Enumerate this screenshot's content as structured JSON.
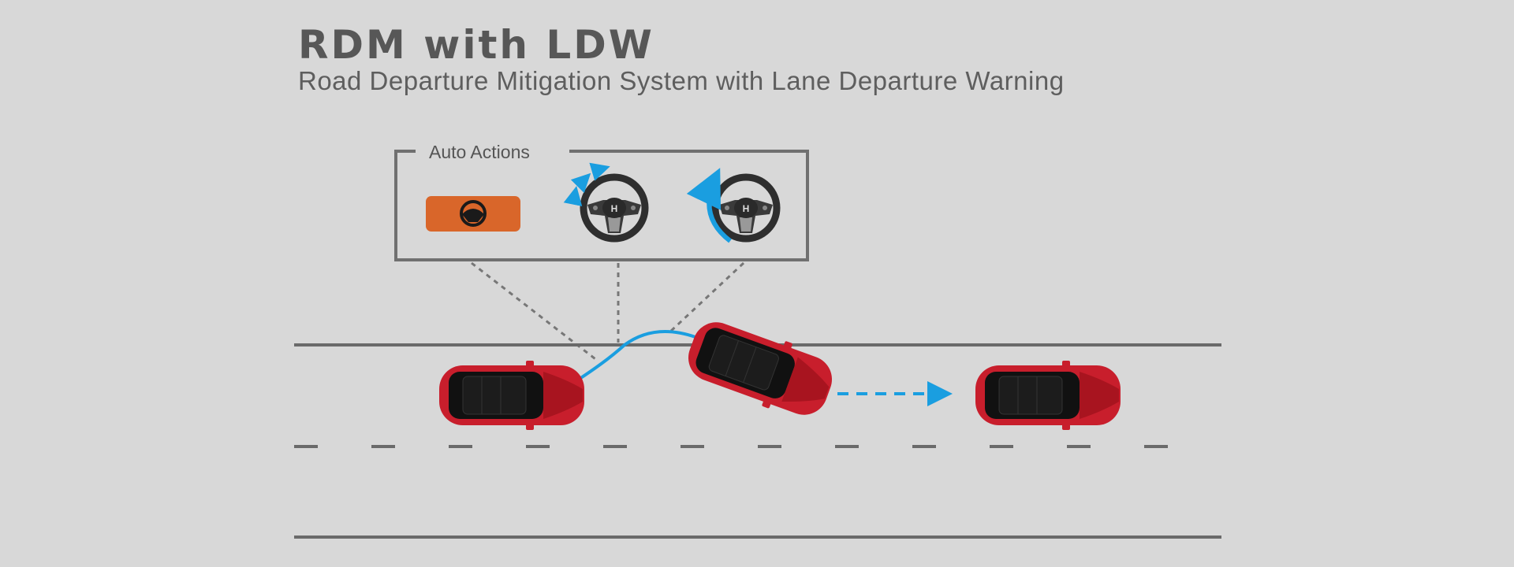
{
  "header": {
    "title": "RDM with LDW",
    "subtitle": "Road Departure Mitigation System with Lane Departure Warning"
  },
  "auto_actions": {
    "label": "Auto Actions",
    "icons": [
      "steering-warning-indicator-icon",
      "steering-wheel-vibration-icon",
      "steering-wheel-assist-icon"
    ]
  },
  "colors": {
    "background": "#d8d8d8",
    "indicator": "#d9662a",
    "path": "#1a9ee0",
    "car": "#c81e2c",
    "road_lines": "#6a6a6a"
  }
}
